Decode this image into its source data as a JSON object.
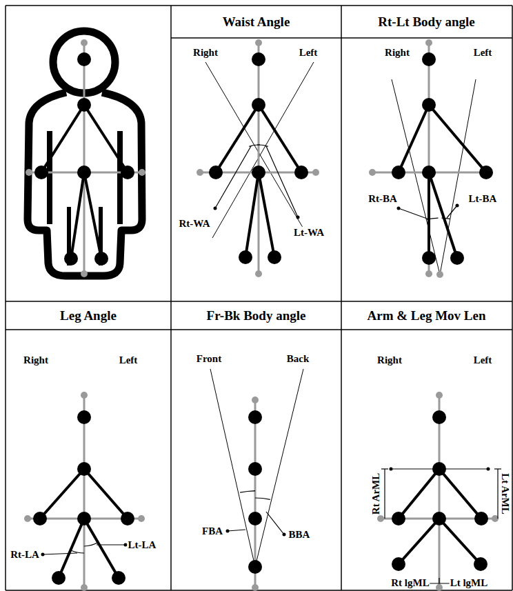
{
  "diagram": {
    "nodes": [
      {
        "text": [
          "Waist Angle"
        ]
      },
      {
        "text": [
          "Rt-Lt Body angle"
        ]
      },
      {
        "text": [
          "Leg Angle"
        ]
      },
      {
        "text": [
          "Fr-Bk Body angle"
        ]
      },
      {
        "text": [
          "Arm & Leg Mov Len"
        ]
      }
    ],
    "labels": [
      "Right",
      "Left",
      "Rt-WA",
      "Lt-WA",
      "Right",
      "Left",
      "Rt-BA",
      "Lt-BA",
      "Right",
      "Left",
      "Rt-LA",
      "Lt-LA",
      "Front",
      "Back",
      "FBA",
      "BBA",
      "Right",
      "Left",
      "Rt ArML",
      "Lt ArML",
      "Rt lgML",
      "Lt lgML"
    ]
  }
}
